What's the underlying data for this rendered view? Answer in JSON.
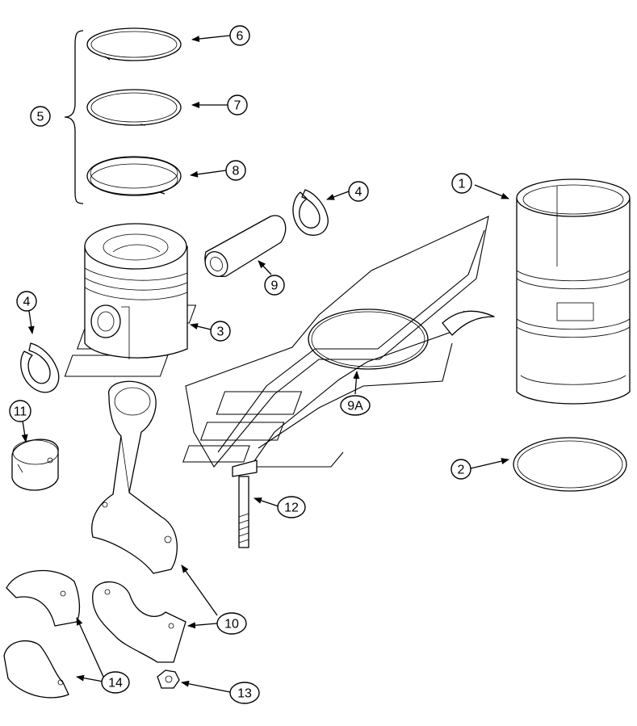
{
  "callouts": {
    "c1": "1",
    "c2": "2",
    "c3": "3",
    "c4a": "4",
    "c4b": "4",
    "c5": "5",
    "c6": "6",
    "c7": "7",
    "c8": "8",
    "c9": "9",
    "c9a": "9A",
    "c10a": "10",
    "c10b": "10",
    "c11": "11",
    "c12": "12",
    "c13": "13",
    "c14": "14"
  }
}
